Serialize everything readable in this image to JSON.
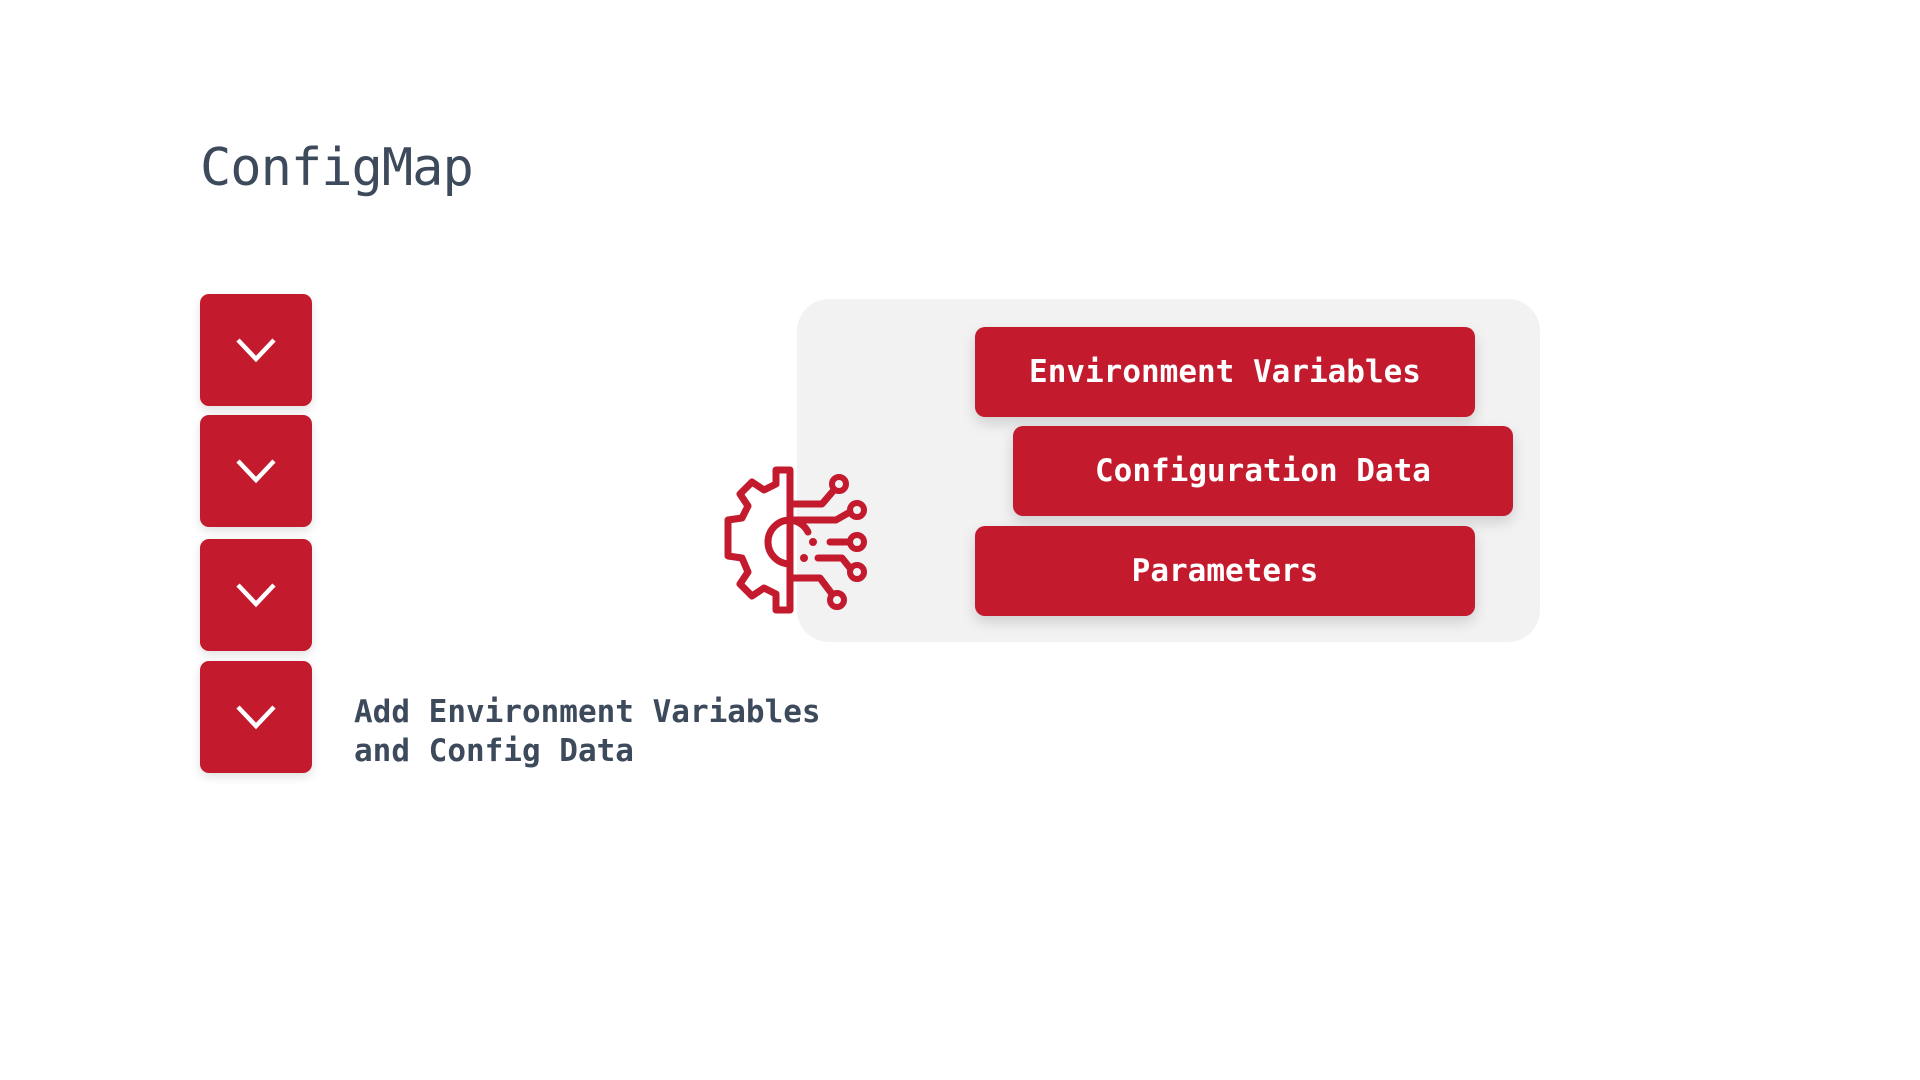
{
  "title": "ConfigMap",
  "steps": [
    {
      "icon": "chevron-down-icon"
    },
    {
      "icon": "chevron-down-icon"
    },
    {
      "icon": "chevron-down-icon"
    },
    {
      "icon": "chevron-down-icon",
      "label_line1": "Add Environment Variables",
      "label_line2": "and Config Data"
    }
  ],
  "panel": {
    "items": [
      "Environment Variables",
      "Configuration Data",
      "Parameters"
    ]
  },
  "colors": {
    "accent": "#c41a2e",
    "text": "#3d4a5c",
    "panel": "#f2f2f2"
  }
}
